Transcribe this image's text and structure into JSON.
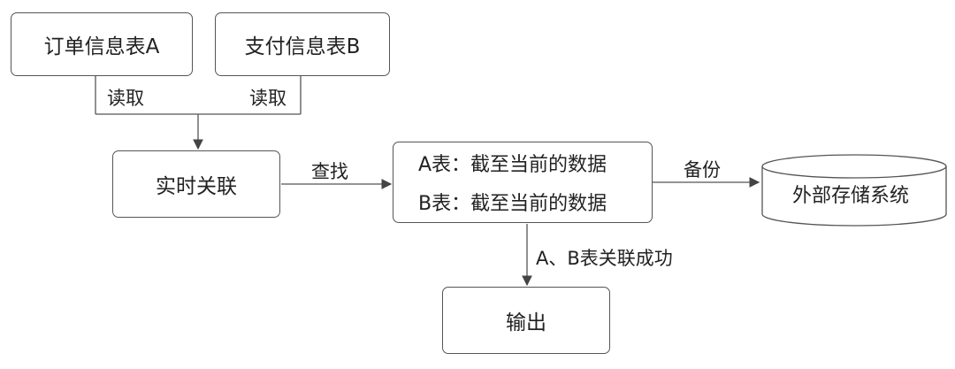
{
  "nodes": {
    "order_table": "订单信息表A",
    "payment_table": "支付信息表B",
    "realtime_join": "实时关联",
    "data_store": {
      "line_a": "A表：截至当前的数据",
      "line_b": "B表：截至当前的数据"
    },
    "external_storage": "外部存储系统",
    "output": "输出"
  },
  "edges": {
    "read_a": "读取",
    "read_b": "读取",
    "lookup": "查找",
    "backup": "备份",
    "join_success": "A、B表关联成功"
  },
  "colors": {
    "line": "#555555",
    "border": "#555555"
  }
}
